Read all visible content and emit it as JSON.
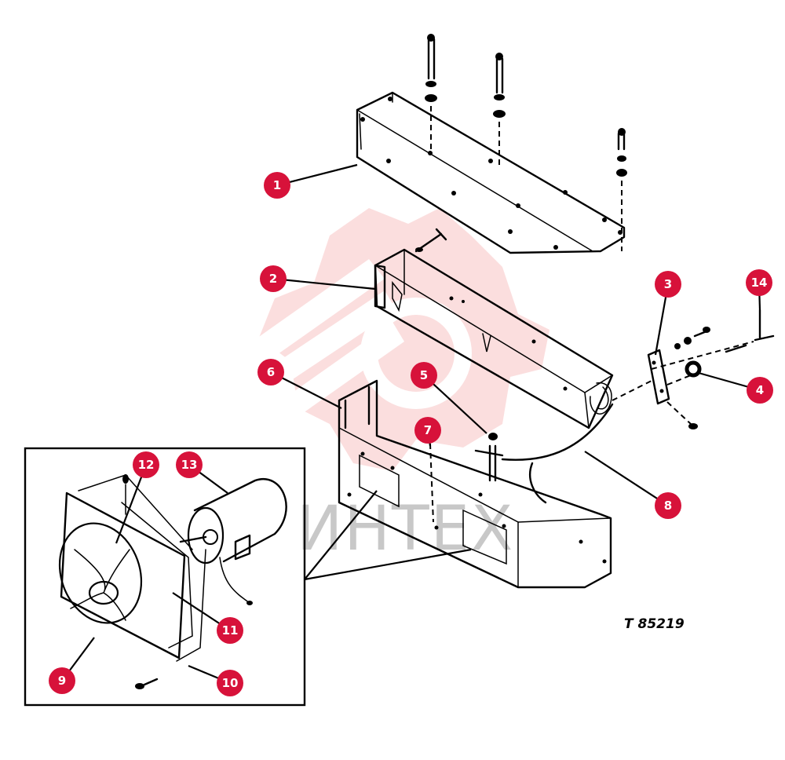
{
  "diagram": {
    "reference_number": "T 85219",
    "watermark_text": "ИНТЕХ",
    "callout_color": "#d7123a",
    "callouts": [
      {
        "id": "1",
        "label": "1"
      },
      {
        "id": "2",
        "label": "2"
      },
      {
        "id": "3",
        "label": "3"
      },
      {
        "id": "4",
        "label": "4"
      },
      {
        "id": "5",
        "label": "5"
      },
      {
        "id": "6",
        "label": "6"
      },
      {
        "id": "7",
        "label": "7"
      },
      {
        "id": "8",
        "label": "8"
      },
      {
        "id": "9",
        "label": "9"
      },
      {
        "id": "10",
        "label": "10"
      },
      {
        "id": "11",
        "label": "11"
      },
      {
        "id": "12",
        "label": "12"
      },
      {
        "id": "13",
        "label": "13"
      },
      {
        "id": "14",
        "label": "14"
      }
    ]
  }
}
